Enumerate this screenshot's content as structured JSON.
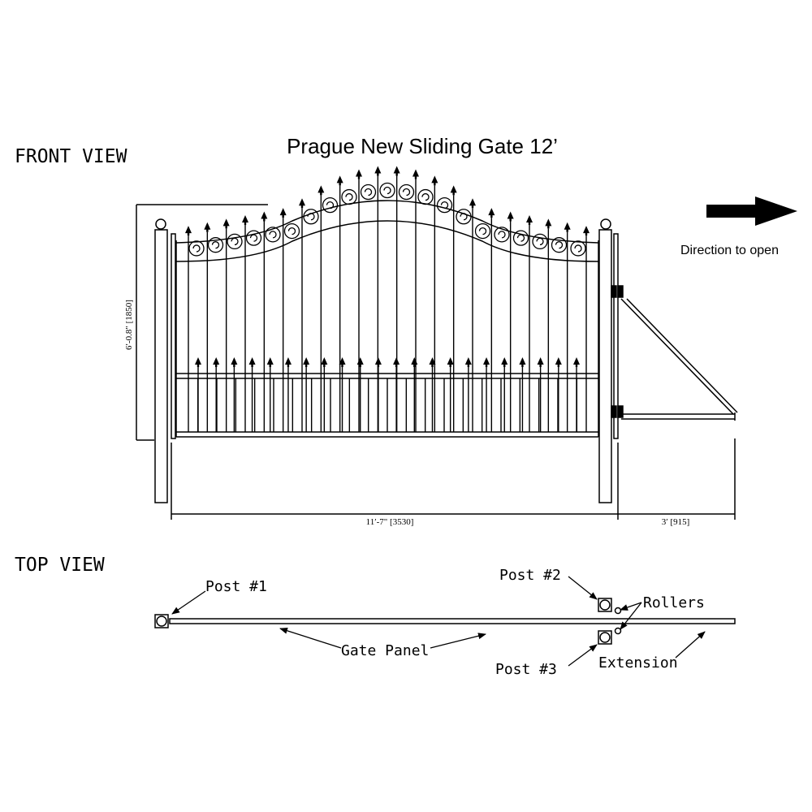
{
  "title": "Prague New Sliding Gate 12’",
  "front_view": {
    "heading": "FRONT VIEW",
    "height_dimension": "6′-0.8\" [1850]",
    "width_dimension": "11′-7\" [3530]",
    "extension_dimension": "3′ [915]",
    "direction_label": "Direction to open"
  },
  "top_view": {
    "heading": "TOP VIEW",
    "post1": "Post #1",
    "post2": "Post #2",
    "post3": "Post #3",
    "rollers": "Rollers",
    "gate_panel": "Gate Panel",
    "extension": "Extension"
  },
  "colors": {
    "ink": "#000000",
    "background": "#ffffff"
  }
}
